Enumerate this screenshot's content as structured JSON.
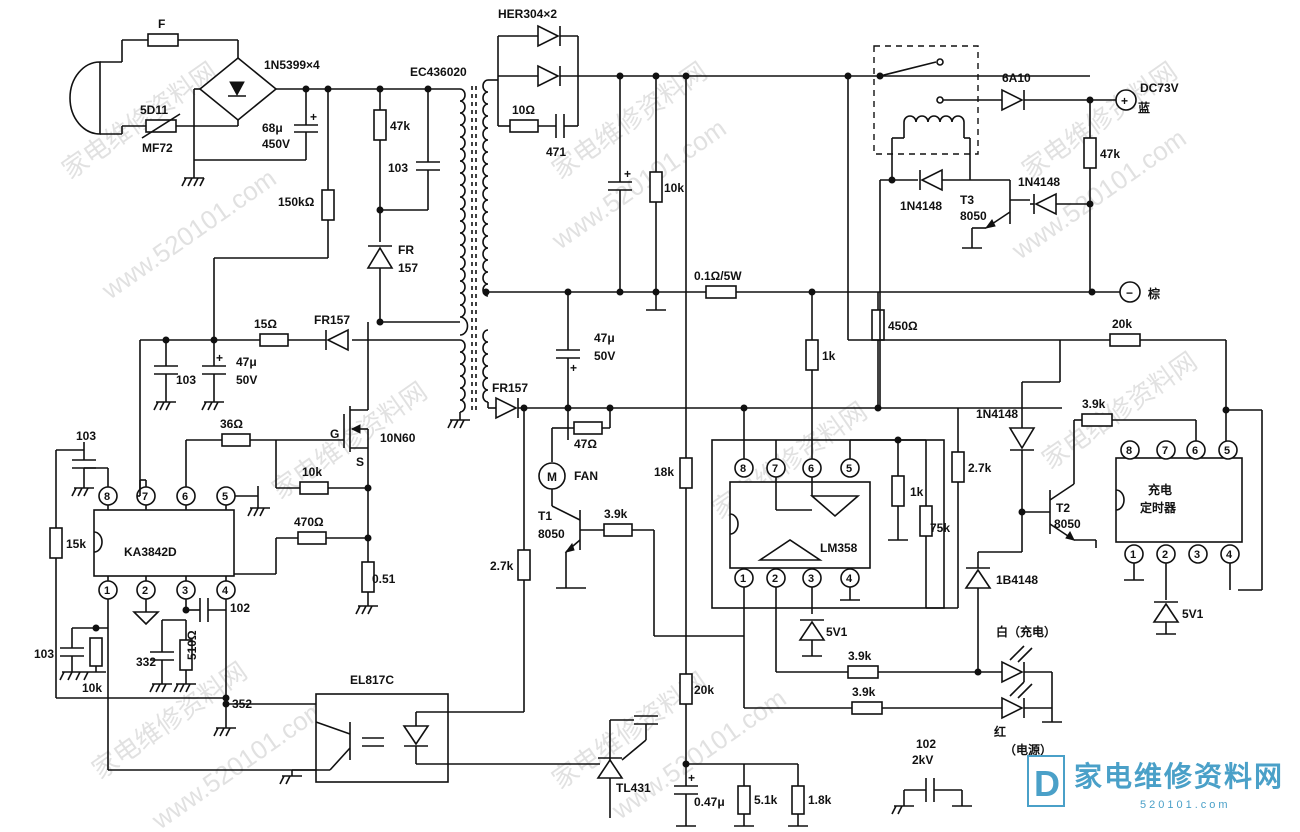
{
  "labels": {
    "fuse": "F",
    "bridge": "1N5399×4",
    "thermistor_code": "5D11",
    "thermistor_model": "MF72",
    "cap_bulk": "68μ",
    "cap_bulk_v": "450V",
    "r150k": "150kΩ",
    "r47k_a": "47k",
    "c103_a": "103",
    "fr157_a": "FR",
    "fr157_a2": "157",
    "transformer": "EC436020",
    "her": "HER304×2",
    "r10": "10Ω",
    "c471": "471",
    "r10k_out": "10k",
    "shunt": "0.1Ω/5W",
    "r1k_top": "1k",
    "r450": "450Ω",
    "r20k_top": "20k",
    "fr157_b": "FR157",
    "r15": "15Ω",
    "c103_b": "103",
    "c47u": "47μ",
    "c47u_v": "50V",
    "c47u_b": "47μ",
    "c47u_b_v": "50V",
    "fr157_c": "FR157",
    "r47_fan": "47Ω",
    "fan": "FAN",
    "t1": "T1",
    "t1_part": "8050",
    "r39k_t1": "3.9k",
    "r18k": "18k",
    "r27k_left": "2.7k",
    "r27k_lm": "2.7k",
    "mosfet": "10N60",
    "gate": "G",
    "source": "S",
    "r36": "36Ω",
    "r10k_gs": "10k",
    "r470": "470Ω",
    "r051": "0.51",
    "c103_c": "103",
    "r15k": "15k",
    "ic1": "KA3842D",
    "c332": "332",
    "r510": "510Ω",
    "c102": "102",
    "c103_d": "103",
    "r10k_b": "10k",
    "c352": "352",
    "opto": "EL817C",
    "tl431": "TL431",
    "r20k_mid": "20k",
    "c047": "0.47μ",
    "r51k": "5.1k",
    "r18k_b": "1.8k",
    "lm358": "LM358",
    "r1k_lm": "1k",
    "r75k": "75k",
    "zener1": "5V1",
    "d1b4148": "1B4148",
    "relay_diode": "6A10",
    "dc_out": "DC73V",
    "blue": "蓝",
    "brown": "棕",
    "r47k_relay": "47k",
    "d1n4148_a": "1N4148",
    "d1n4148_b": "1N4148",
    "t3": "T3",
    "t3_part": "8050",
    "d1n4148_c": "1N4148",
    "r39k_timer": "3.9k",
    "timer_l1": "充电",
    "timer_l2": "定时器",
    "t2": "T2",
    "t2_part": "8050",
    "zener2": "5V1",
    "white_led": "白（充电）",
    "red_led": "红",
    "power_led": "（电源）",
    "r39k_led1": "3.9k",
    "r39k_led2": "3.9k",
    "c102_2kv": "102",
    "c102_2kv_v": "2kV",
    "plus": "+",
    "minus": "−"
  },
  "watermark": {
    "site": "www.520101.com",
    "brand": "家电维修资料网",
    "logo_text": "家电维修资料网",
    "logo_url": "520101.com",
    "logo_mark": "D"
  },
  "pins": {
    "ka3842": [
      "8",
      "7",
      "6",
      "5",
      "1",
      "2",
      "3",
      "4"
    ],
    "lm358": [
      "8",
      "7",
      "6",
      "5",
      "1",
      "2",
      "3",
      "4"
    ],
    "timer": [
      "8",
      "7",
      "6",
      "5",
      "1",
      "2",
      "3",
      "4"
    ]
  }
}
